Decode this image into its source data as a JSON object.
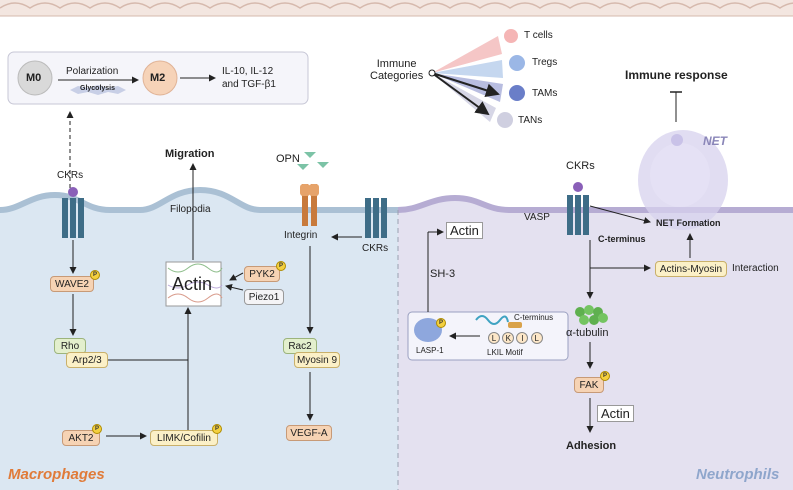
{
  "polarization": {
    "m0": "M0",
    "m2": "M2",
    "polarization": "Polarization",
    "glycolysis": "Glycolysis",
    "cytokines_1": "IL-10, IL-12",
    "cytokines_2": "and TGF-β1"
  },
  "immune": {
    "title_1": "Immune",
    "title_2": "Categories",
    "t_cells": "T cells",
    "tregs": "Tregs",
    "tams": "TAMs",
    "tans": "TANs"
  },
  "immune_response": "Immune response",
  "net_label": "NET",
  "left": {
    "ckrs_top": "CKRs",
    "migration": "Migration",
    "filopodia": "Filopodia",
    "opn": "OPN",
    "integrin": "Integrin",
    "ckrs_right": "CKRs",
    "wave2": "WAVE2",
    "rho": "Rho",
    "arp": "Arp2/3",
    "actin": "Actin",
    "pyk2": "PYK2",
    "piezo1": "Piezo1",
    "rac2": "Rac2",
    "myosin9": "Myosin 9",
    "vegfa": "VEGF-A",
    "akt2": "AKT2",
    "limk": "LIMK/Cofilin",
    "section": "Macrophages",
    "p": "P"
  },
  "right": {
    "ckrs": "CKRs",
    "vasp": "VASP",
    "net_formation": "NET Formation",
    "c_terminus": "C-terminus",
    "actin_top": "Actin",
    "sh3": "SH-3",
    "lasp1": "LASP-1",
    "c_terminus_box": "C-terminus",
    "motif": "LKIL  Motif",
    "lkil": [
      "L",
      "K",
      "I",
      "L"
    ],
    "actins_myosin": "Actins-Myosin",
    "interaction": "Interaction",
    "tubulin": "α-tubulin",
    "fak": "FAK",
    "actin_bottom": "Actin",
    "adhesion": "Adhesion",
    "section": "Neutrophils"
  },
  "colors": {
    "left_bg": "#dbe7f2",
    "right_bg": "#e4e1f0",
    "wall": "#e9d7cf",
    "membrane_left": "#aac0d4",
    "membrane_right": "#b6acd3",
    "receptor": "#3e6d87",
    "purple": "#8a5fb8",
    "orange_box": "#f6d3b4",
    "yellow_box": "#fbf0c7",
    "green_box": "#e3efcd",
    "macrophages_text": "#e07b39",
    "neutrophils_text": "#8fa6cc"
  }
}
